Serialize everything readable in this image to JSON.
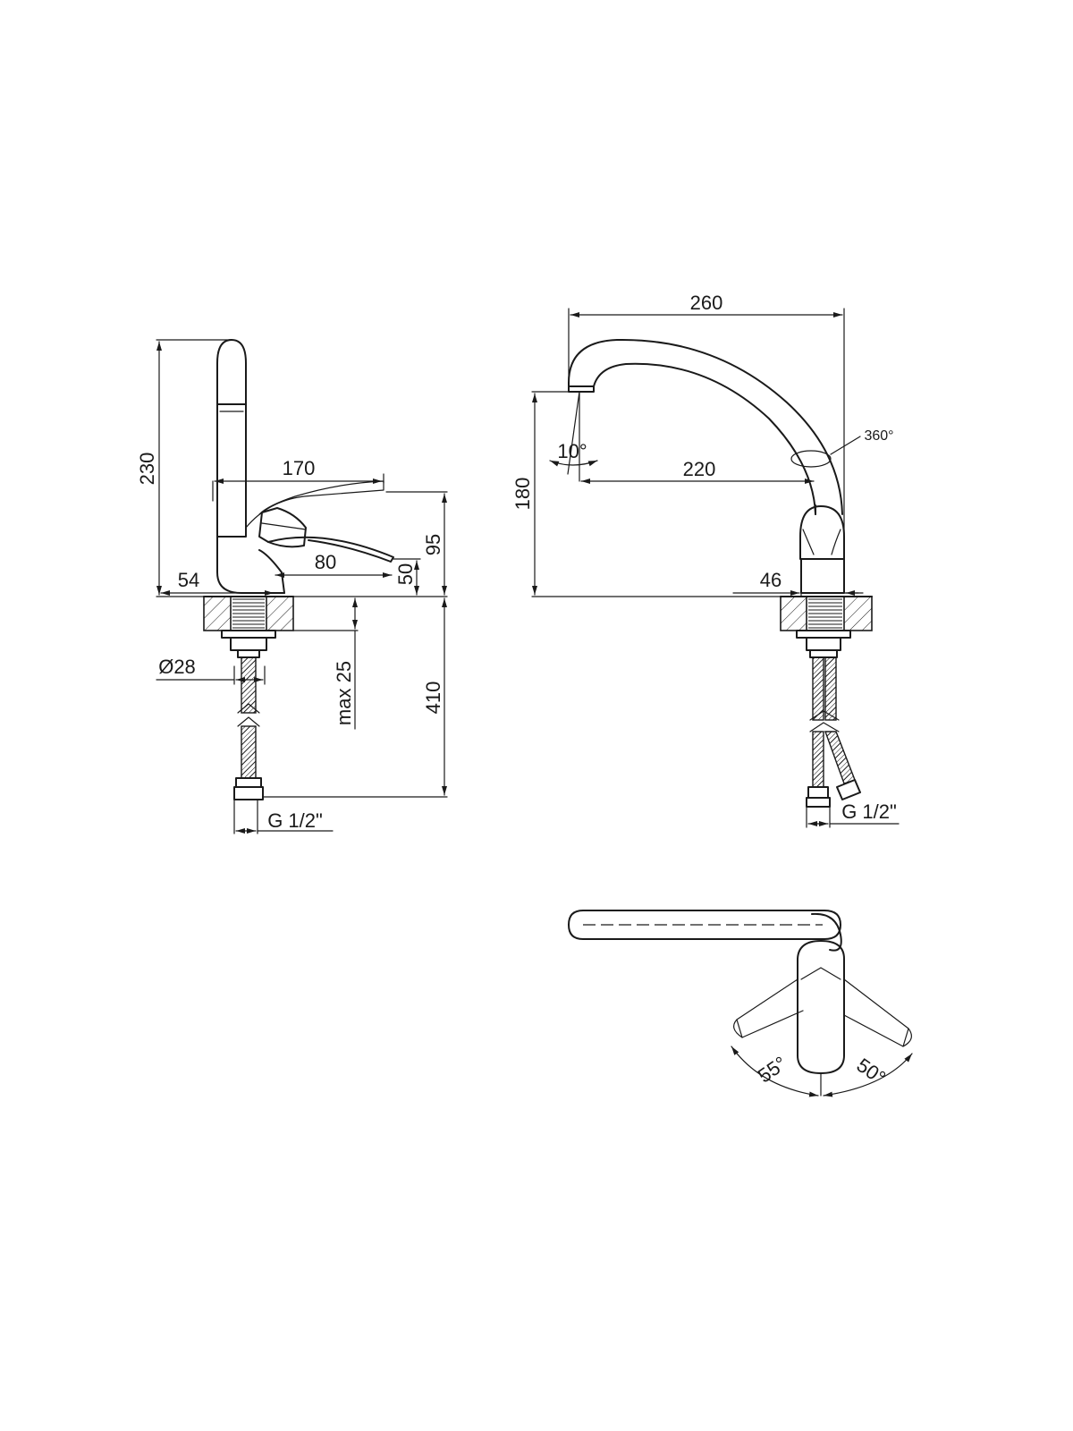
{
  "side_view": {
    "height_total": "230",
    "handle_reach": "170",
    "base_offset": "54",
    "lever_length": "80",
    "lever_height": "95",
    "lever_base": "50",
    "hose_diameter": "Ø28",
    "deck_thickness": "max 25",
    "hose_length": "410",
    "thread": "G 1/2\""
  },
  "front_view": {
    "spout_width": "260",
    "spout_height": "180",
    "spout_reach": "220",
    "spout_angle": "10°",
    "rotation": "360°",
    "base_width": "46",
    "thread": "G 1/2\""
  },
  "top_view": {
    "lever_angle_left": "55°",
    "lever_angle_right": "50°"
  }
}
